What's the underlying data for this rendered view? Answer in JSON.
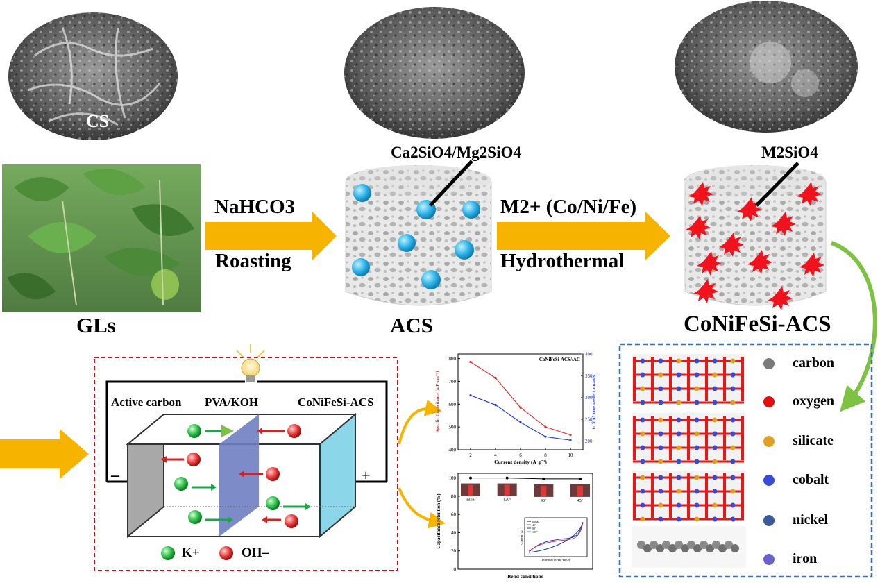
{
  "sem": {
    "cs_label": "CS",
    "acs_top_label": "Ca2SiO4/Mg2SiO4",
    "m_top_label": "M2SiO4"
  },
  "stages": {
    "gls": "GLs",
    "acs": "ACS",
    "final": "CoNiFeSi-ACS"
  },
  "steps": {
    "step1_top": "NaHCO3",
    "step1_bottom": "Roasting",
    "step2_top": "M2+ (Co/Ni/Fe)",
    "step2_bottom": "Hydrothermal"
  },
  "device": {
    "left_label": "Active carbon",
    "middle_label": "PVA/KOH",
    "right_label": "CoNiFeSi-ACS",
    "minus": "–",
    "plus": "+",
    "legend_k": "K+",
    "legend_oh": "OH–"
  },
  "atoms_legend": [
    {
      "name": "carbon",
      "color": "#7a7a7a"
    },
    {
      "name": "oxygen",
      "color": "#e01010"
    },
    {
      "name": "silicate",
      "color": "#e0a020"
    },
    {
      "name": "cobalt",
      "color": "#3a4ad8"
    },
    {
      "name": "nickel",
      "color": "#3c5a9a"
    },
    {
      "name": "iron",
      "color": "#6a62c8"
    }
  ],
  "colors": {
    "arrow": "#f6b400",
    "green_arrow": "#7dc242",
    "device_dash": "#c0141c",
    "struct_dash": "#3b6fb6",
    "red": "#e03030",
    "blue": "#2a3fd8"
  },
  "chart_data": [
    {
      "type": "line",
      "title": "CoNiFeSi-ACS//AC",
      "xlabel": "Current density (A·g⁻¹)",
      "ylabel_left": "Specific Capacitance (mF·cm⁻²)",
      "ylabel_right": "Specific Capacitance (F·g⁻¹)",
      "x_ticks": [
        2,
        4,
        6,
        8,
        10
      ],
      "y_left_ticks": [
        400,
        500,
        600,
        700,
        800
      ],
      "y_right_ticks": [
        200,
        250,
        300,
        350,
        400
      ],
      "xlim": [
        1,
        11
      ],
      "ylim_left": [
        400,
        820
      ],
      "ylim_right": [
        180,
        400
      ],
      "series": [
        {
          "axis": "left",
          "color": "#e03030",
          "x": [
            2,
            4,
            6,
            8,
            10
          ],
          "y": [
            785,
            715,
            585,
            500,
            465
          ]
        },
        {
          "axis": "right",
          "color": "#2a3fd8",
          "x": [
            2,
            4,
            6,
            8,
            10
          ],
          "y": [
            305,
            283,
            243,
            210,
            202
          ]
        }
      ]
    },
    {
      "type": "line",
      "title": "",
      "xlabel": "Bend conditions",
      "ylabel": "Capacitance retention (%)",
      "y_ticks": [
        0,
        20,
        40,
        60,
        80,
        100
      ],
      "ylim": [
        0,
        105
      ],
      "categories": [
        "Initial",
        "120°",
        "90°",
        "45°"
      ],
      "values": [
        100,
        100,
        99,
        99
      ],
      "inset": {
        "xlabel": "Potential (V/Hg-HgO)",
        "ylabel": "Current (A)",
        "legend": [
          "Initial",
          "45°",
          "90°",
          "120°"
        ]
      }
    }
  ]
}
